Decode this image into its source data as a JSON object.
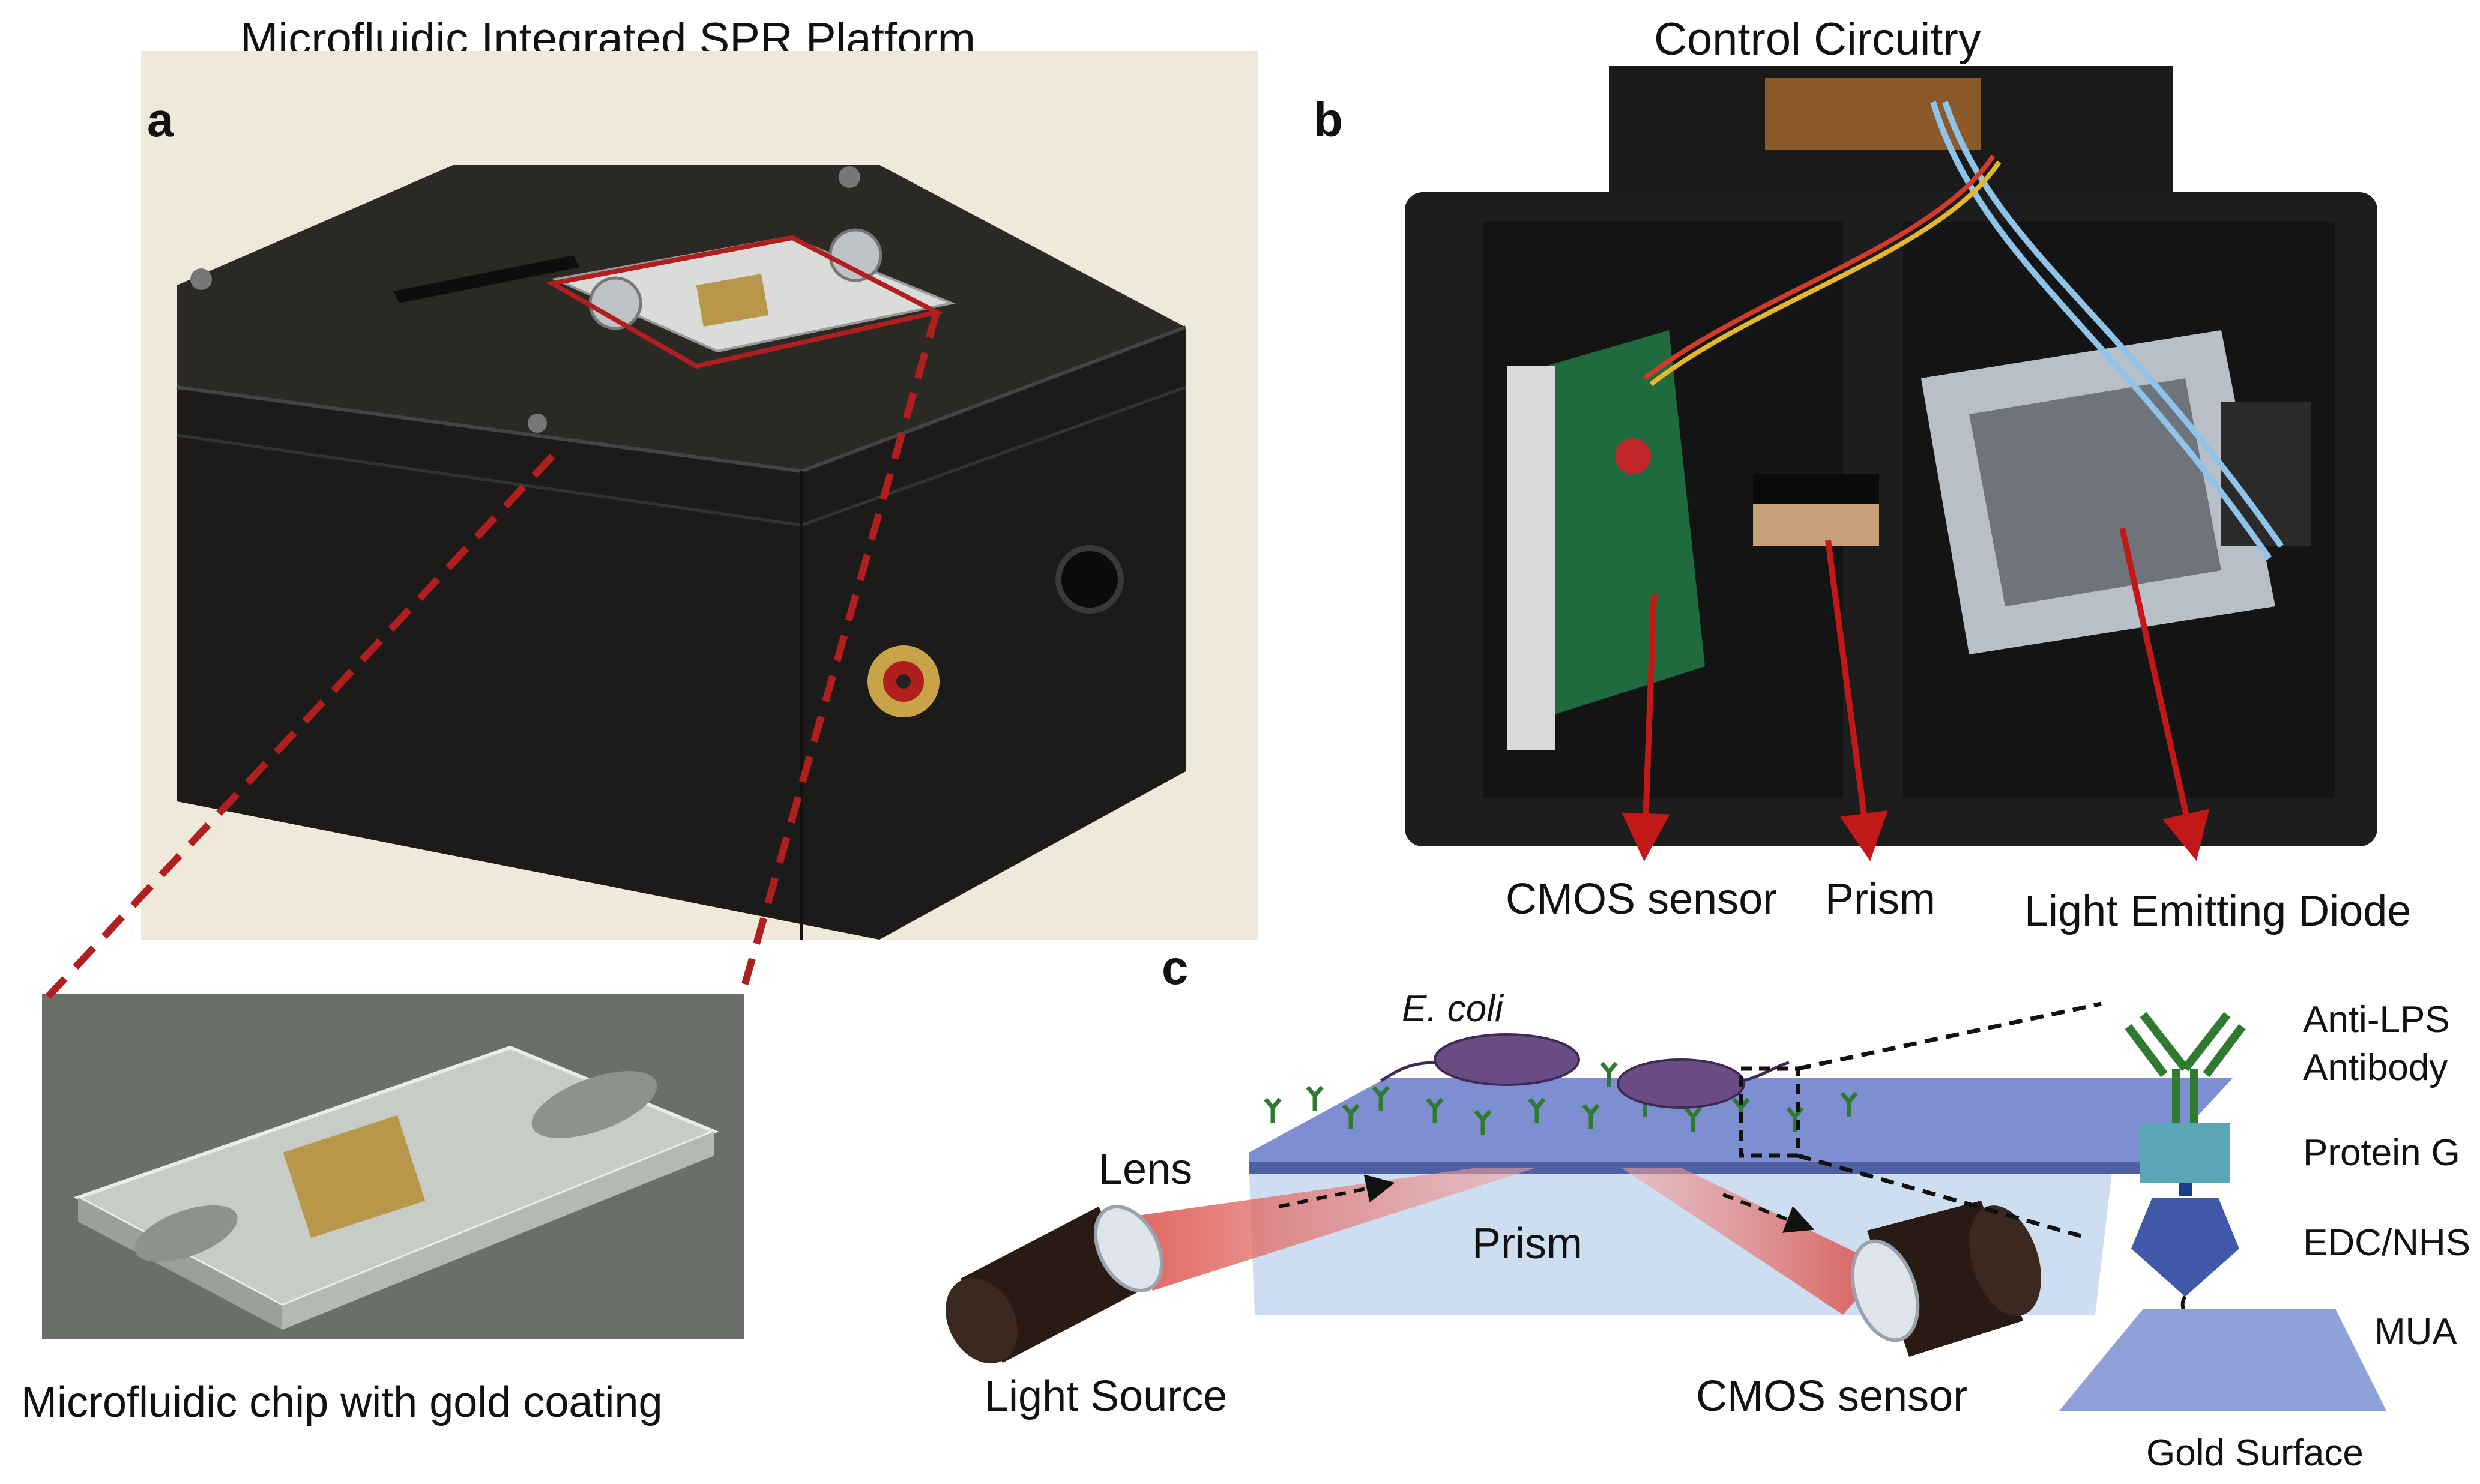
{
  "panel_a": {
    "title": "Microfluidic Integrated SPR Platform",
    "letter": "a",
    "inset_caption": "Microfluidic chip with gold coating"
  },
  "panel_b": {
    "title": "Control Circuitry",
    "letter": "b",
    "labels": {
      "cmos": "CMOS sensor",
      "prism": "Prism",
      "led": "Light  Emitting Diode"
    }
  },
  "panel_c": {
    "letter": "c",
    "labels": {
      "ecoli": "E. coli",
      "lens": "Lens",
      "prism": "Prism",
      "light_source": "Light Source",
      "cmos": "CMOS sensor",
      "antibody": "Anti-LPS\nAntibody",
      "antibody_l1": "Anti-LPS",
      "antibody_l2": "Antibody",
      "protein_g": "Protein  G",
      "edc_nhs": "EDC/NHS",
      "mua": "MUA",
      "gold": "Gold Surface"
    }
  },
  "colors": {
    "photo_bg": "#efe9da",
    "device_black": "#1c1b19",
    "gold_chip": "#b8964a",
    "accent_red": "#b01e1e",
    "prism_blue": "#b9cfe8",
    "slide_blue": "#7d8fd0",
    "antibody_green": "#2f7a2f",
    "protein_teal": "#5aa6b5",
    "edc_blue": "#3f59a8",
    "gold_surface": "#8fa0d8"
  }
}
